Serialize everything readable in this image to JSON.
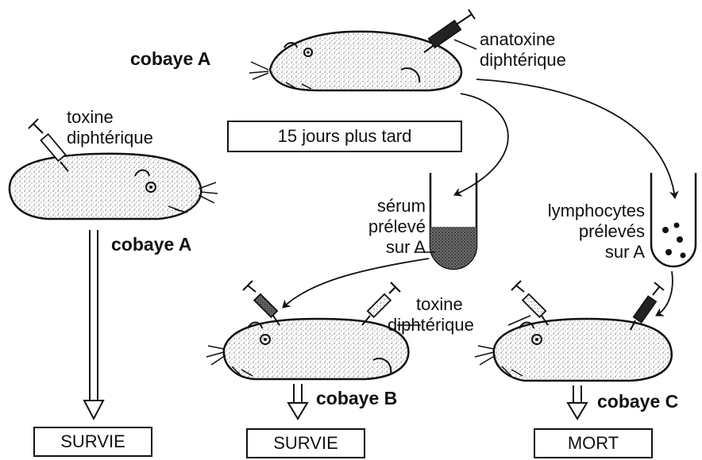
{
  "labels": {
    "cobaye_a_top": "cobaye A",
    "anatoxine_line1": "anatoxine",
    "anatoxine_line2": "diphtérique",
    "toxine_left_line1": "toxine",
    "toxine_left_line2": "diphtérique",
    "cobaye_a_left": "cobaye A",
    "delay": "15 jours plus tard",
    "serum_line1": "sérum",
    "serum_line2": "prélevé",
    "serum_line3": "sur A",
    "lympho_line1": "lymphocytes",
    "lympho_line2": "prélevés",
    "lympho_line3": "sur A",
    "toxine_mid_line1": "toxine",
    "toxine_mid_line2": "diphtérique",
    "cobaye_b": "cobaye B",
    "cobaye_c": "cobaye C"
  },
  "outcomes": {
    "a": "SURVIE",
    "b": "SURVIE",
    "c": "MORT"
  },
  "colors": {
    "ink": "#111111",
    "speckle": "#8a8a8a",
    "serum_fill": "#555555"
  }
}
